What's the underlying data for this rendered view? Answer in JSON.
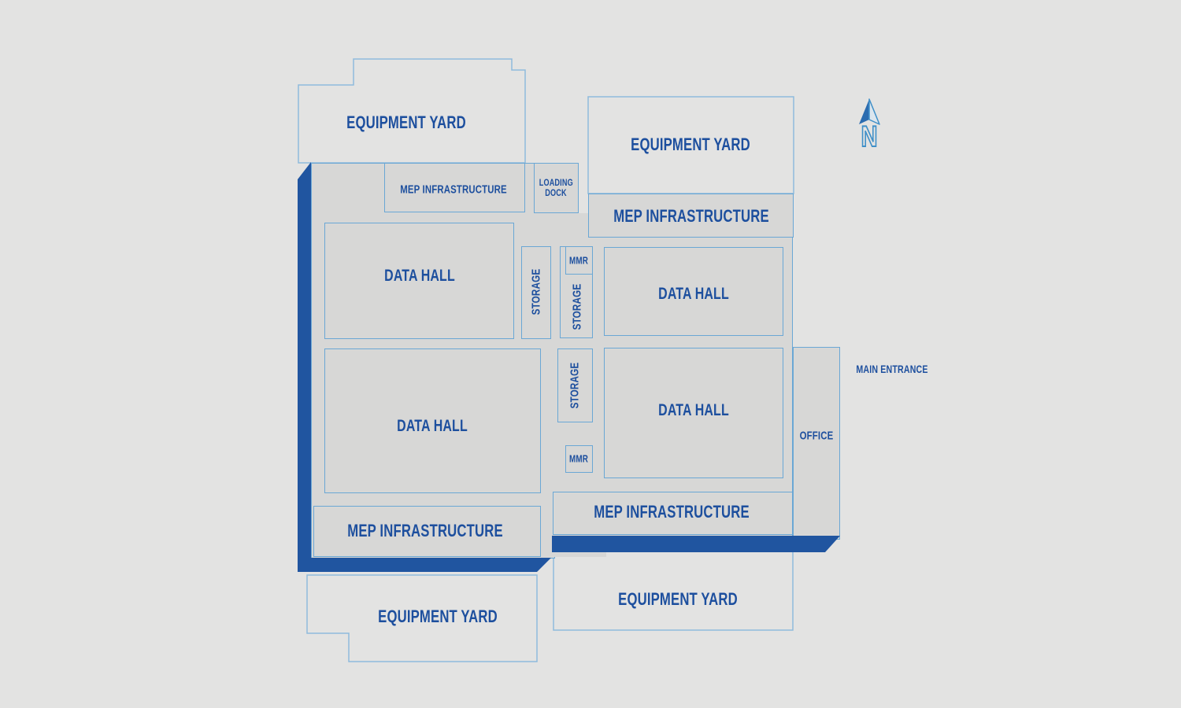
{
  "colors": {
    "background": "#e3e3e2",
    "building_fill": "#d7d7d6",
    "room_outline_blue": "#6aa7d5",
    "yard_outline_blue": "#8fbbdc",
    "label_dark_blue": "#1d4f9e",
    "shadow_band_blue": "#2055a0",
    "compass_blue": "#3f8fc8"
  },
  "compass": {
    "north": "N"
  },
  "entrance": {
    "label": "MAIN ENTRANCE"
  },
  "areas": {
    "equipment_yard_top_left": "EQUIPMENT YARD",
    "equipment_yard_top_right": "EQUIPMENT YARD",
    "equipment_yard_bottom_left": "EQUIPMENT YARD",
    "equipment_yard_bottom_right": "EQUIPMENT YARD",
    "mep_infrastructure_top_left": "MEP INFRASTRUCTURE",
    "mep_infrastructure_top_right": "MEP INFRASTRUCTURE",
    "mep_infrastructure_bottom_left": "MEP INFRASTRUCTURE",
    "mep_infrastructure_bottom_right": "MEP INFRASTRUCTURE",
    "data_hall_top_left": "DATA HALL",
    "data_hall_bottom_left": "DATA HALL",
    "data_hall_top_right": "DATA HALL",
    "data_hall_bottom_right": "DATA HALL",
    "storage_left": "STORAGE",
    "storage_middle_top": "STORAGE",
    "storage_middle_bottom": "STORAGE",
    "mmr_top": "MMR",
    "mmr_bottom": "MMR",
    "loading_dock": "LOADING DOCK",
    "office": "OFFICE"
  }
}
